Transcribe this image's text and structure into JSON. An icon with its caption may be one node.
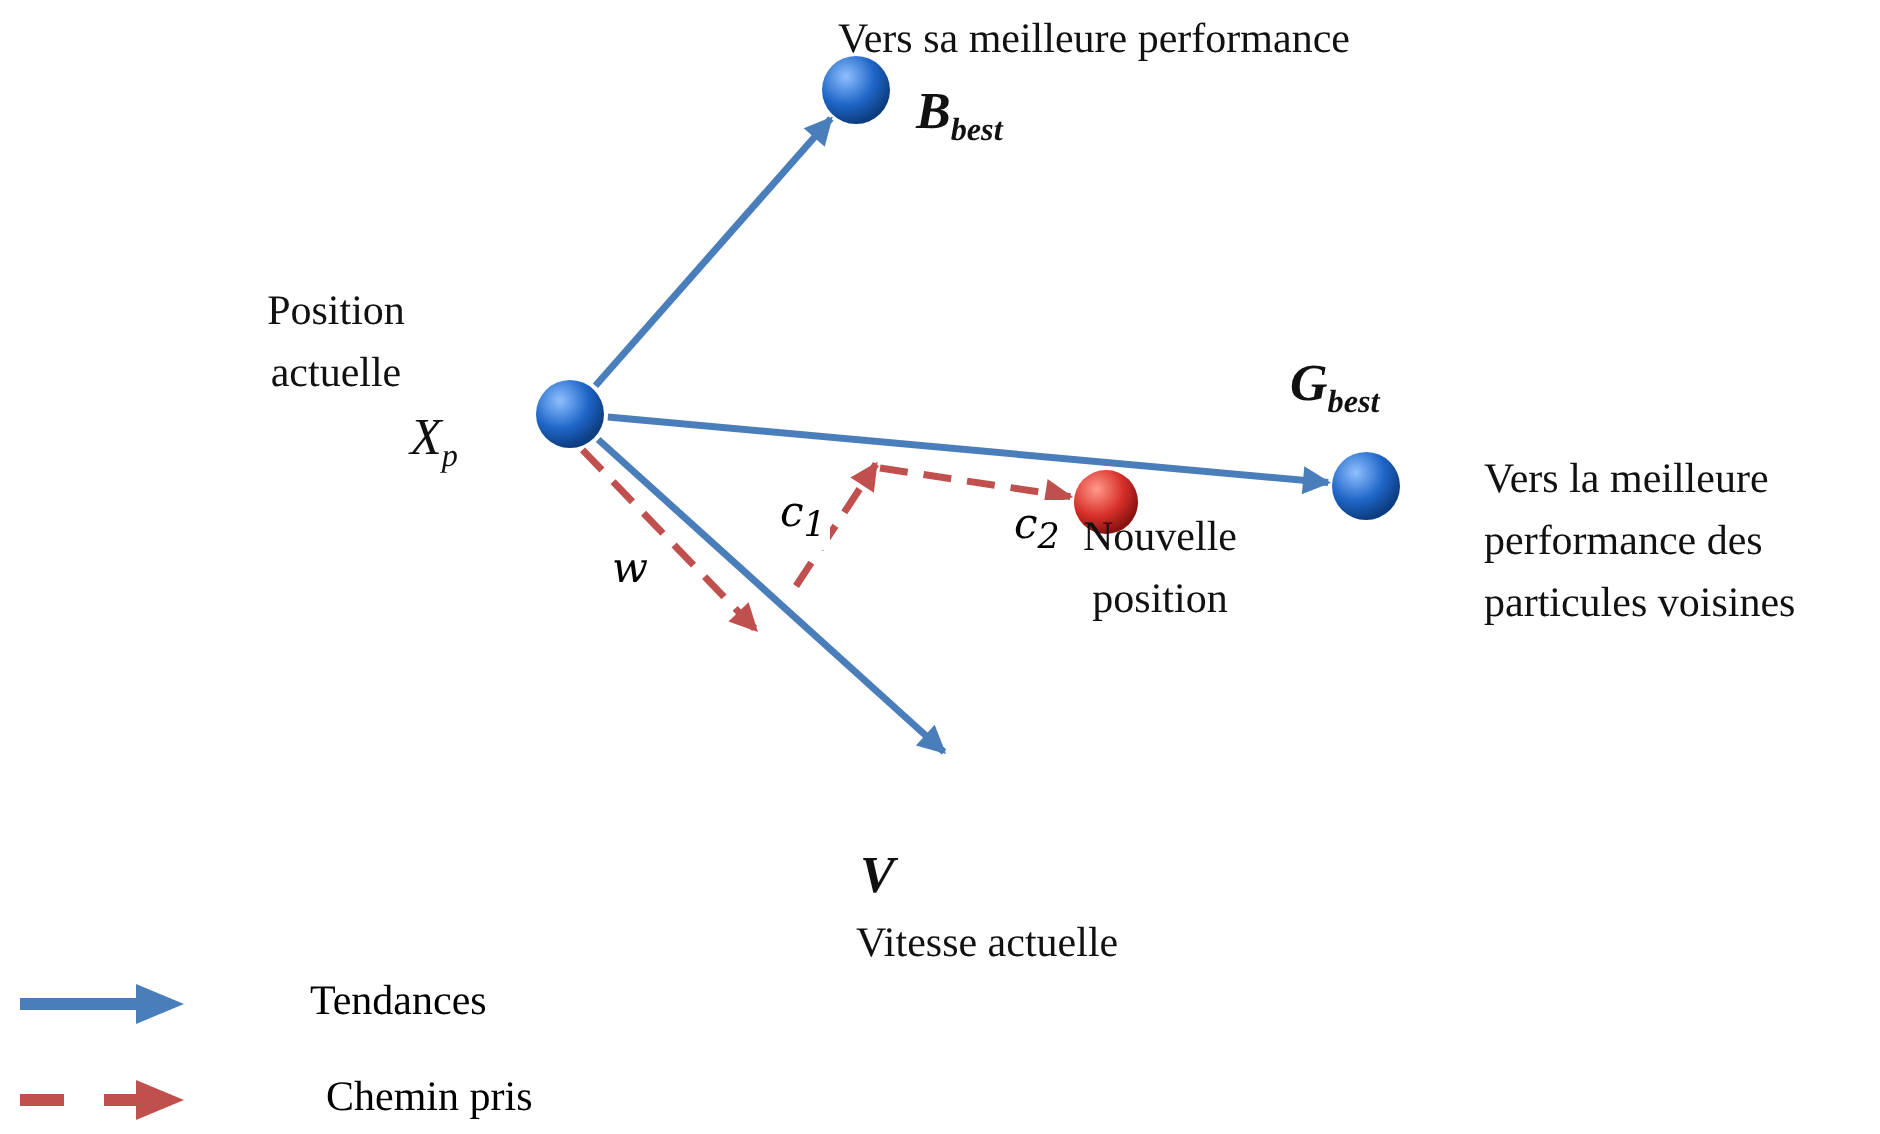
{
  "diagram": {
    "nodes": [
      {
        "text": [
          "Position actuelle",
          "X$_{p}$"
        ]
      },
      {
        "text": [
          "Vers sa meilleure performance",
          "B$_{best}$"
        ]
      },
      {
        "text": [
          "G$_{best}$",
          "Vers la meilleure performance des particules voisines"
        ]
      },
      {
        "text": [
          "V",
          "Vitesse actuelle"
        ]
      },
      {
        "text": [
          "Nouvelle position"
        ]
      }
    ],
    "edges": [
      {
        "from": 0,
        "to": 1,
        "arrow": "to"
      },
      {
        "from": 0,
        "to": 2,
        "arrow": "to"
      },
      {
        "from": 0,
        "to": 3,
        "arrow": "to"
      },
      {
        "from": 0,
        "to": null,
        "arrow": "to",
        "label": "w",
        "style": "dashed",
        "color": "#c0504d"
      },
      {
        "from": null,
        "to": 4,
        "arrow": "to",
        "label": "c$_{2}$",
        "style": "dashed",
        "color": "#c0504d"
      }
    ],
    "labels": [
      "c$_{1}$"
    ],
    "legend": [
      {
        "text": "Tendances"
      },
      {
        "text": "Chemin pris"
      }
    ]
  }
}
